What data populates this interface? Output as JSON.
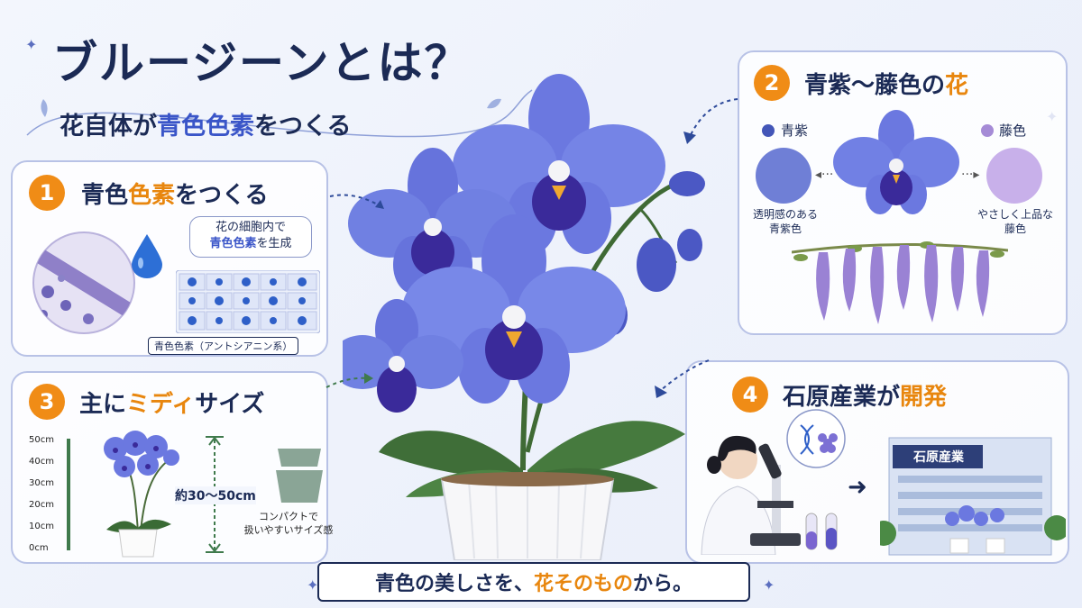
{
  "title": {
    "main": "ブルージーンとは？",
    "sub_prefix": "花自体が",
    "sub_highlight": "青色色素",
    "sub_suffix": "をつくる"
  },
  "section1": {
    "number": "1",
    "title_a": "青色",
    "title_b": "色素",
    "title_c": "をつくる",
    "callout_line1": "花の細胞内で",
    "callout_line2_hl": "青色色素",
    "callout_line2_rest": "を生成",
    "caption": "青色色素（アントシアニン系）"
  },
  "section2": {
    "number": "2",
    "title_a": "青紫〜藤色の",
    "title_b": "花",
    "left_name": "青紫",
    "left_desc1": "透明感のある",
    "left_desc2": "青紫色",
    "right_name": "藤色",
    "right_desc1": "やさしく上品な",
    "right_desc2": "藤色",
    "colors": {
      "blue_violet": "#6f7fd6",
      "wisteria": "#c8b0ea"
    }
  },
  "section3": {
    "number": "3",
    "title_a": "主に",
    "title_b": "ミディ",
    "title_c": "サイズ",
    "ticks": [
      "50cm",
      "40cm",
      "30cm",
      "20cm",
      "10cm",
      "0cm"
    ],
    "height_label": "約30〜50cm",
    "pot_line1": "コンパクトで",
    "pot_line2": "扱いやすいサイズ感"
  },
  "section4": {
    "number": "4",
    "title_a": "石原産業が",
    "title_b": "開発",
    "building_sign": "石原産業"
  },
  "footer": {
    "a": "青色の美しさを、",
    "b": "花そのもの",
    "c": "から。"
  },
  "colors": {
    "accent": "#f08c16",
    "navy": "#1b2a55",
    "flower": "#6b78e0",
    "flower_dark": "#3a2a9a"
  }
}
